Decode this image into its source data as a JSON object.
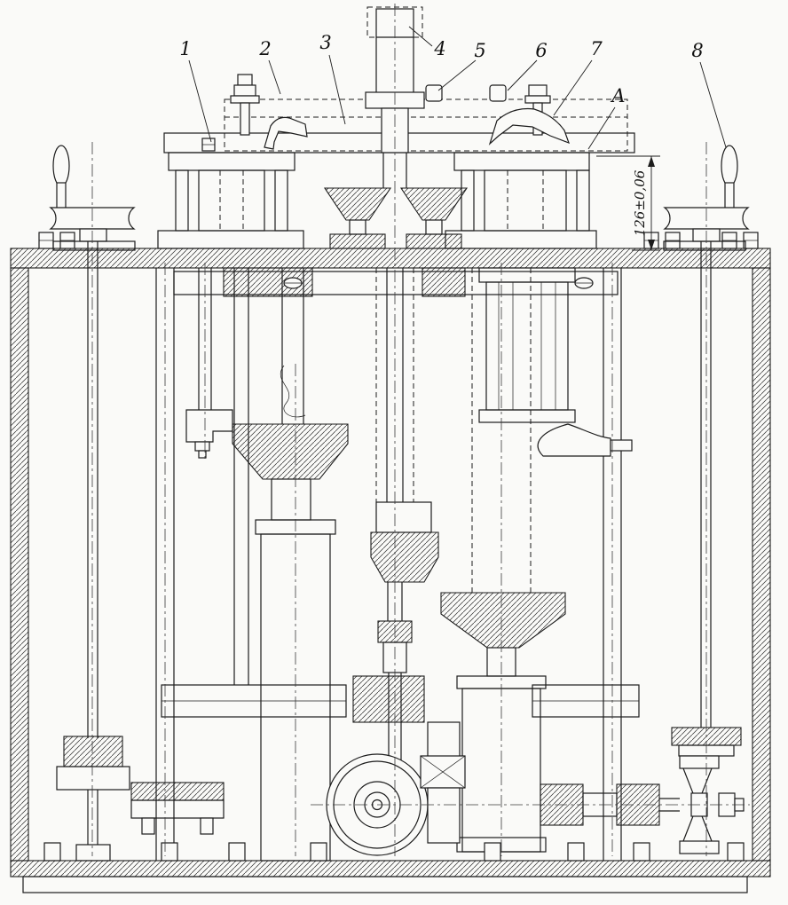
{
  "figure": {
    "type": "technical-assembly-drawing",
    "background": "#fafaf8",
    "ink": "#1c1c1c",
    "callouts": [
      {
        "id": "callout-1",
        "label": "1"
      },
      {
        "id": "callout-2",
        "label": "2"
      },
      {
        "id": "callout-3",
        "label": "3"
      },
      {
        "id": "callout-4",
        "label": "4"
      },
      {
        "id": "callout-5",
        "label": "5"
      },
      {
        "id": "callout-6",
        "label": "6"
      },
      {
        "id": "callout-7",
        "label": "7"
      },
      {
        "id": "callout-8",
        "label": "8"
      },
      {
        "id": "callout-A",
        "label": "A"
      }
    ],
    "dimension": {
      "text": "126±0,06"
    }
  }
}
